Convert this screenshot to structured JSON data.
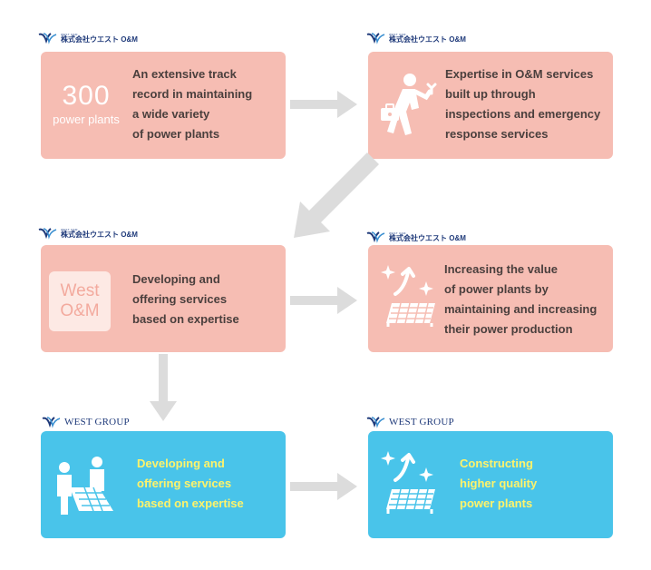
{
  "logos": {
    "om_sub": "WEST O&M",
    "om_main": "株式会社ウエスト O&M",
    "group_main": "WEST GROUP"
  },
  "boxes": {
    "track_record": {
      "badge_number": "300",
      "badge_unit": "power plants",
      "text": "An extensive track\nrecord in maintaining\na wide variety\nof power plants"
    },
    "expertise": {
      "text": "Expertise in O&M services\nbuilt up through\ninspections and emergency\nresponse services"
    },
    "developing_om": {
      "logo_line1": "West",
      "logo_line2": "O&M",
      "text": "Developing and\noffering services\nbased on expertise"
    },
    "increasing_value": {
      "text": "Increasing the value\nof power plants by\nmaintaining and increasing\ntheir power production"
    },
    "developing_group": {
      "text": "Developing and\noffering services\nbased on expertise"
    },
    "constructing": {
      "text": "Constructing\nhigher quality\npower plants"
    }
  },
  "colors": {
    "pink_box": "#f6bdb3",
    "blue_box": "#49c4ea",
    "dark_text": "#4a3f3d",
    "yellow_text": "#fff36a",
    "arrow": "#dcdcdc",
    "logo_navy": "#1f3a7a"
  },
  "icons": [
    "technician-icon",
    "solar-panel-icon",
    "people-panel-icon"
  ]
}
